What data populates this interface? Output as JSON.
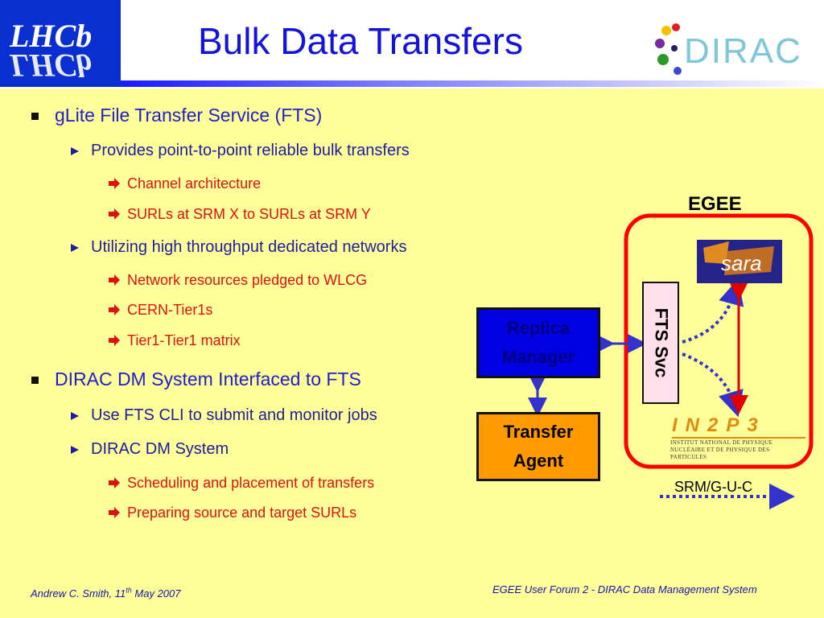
{
  "header": {
    "title": "Bulk Data Transfers",
    "left_logo": {
      "text": "LHCb",
      "icon": "lhcb-logo"
    },
    "right_logo": {
      "text": "DIRAC",
      "icon": "dirac-logo"
    }
  },
  "content": {
    "bullets": [
      {
        "level": 1,
        "text": "gLite File Transfer Service (FTS)"
      },
      {
        "level": 2,
        "text": "Provides point-to-point reliable bulk transfers"
      },
      {
        "level": 3,
        "text": "Channel architecture"
      },
      {
        "level": 3,
        "text": "SURLs at SRM X to SURLs at SRM Y"
      },
      {
        "level": 2,
        "text": "Utilizing high throughput dedicated networks"
      },
      {
        "level": 3,
        "text": "Network resources pledged to WLCG"
      },
      {
        "level": 3,
        "text": "CERN-Tier1s"
      },
      {
        "level": 3,
        "text": "Tier1-Tier1 matrix"
      },
      {
        "level": 1,
        "text": "DIRAC DM System Interfaced to FTS"
      },
      {
        "level": 2,
        "text": "Use FTS CLI to submit and monitor jobs"
      },
      {
        "level": 2,
        "text": "DIRAC DM System"
      },
      {
        "level": 3,
        "text": "Scheduling and placement of transfers"
      },
      {
        "level": 3,
        "text": "Preparing source and target SURLs"
      }
    ]
  },
  "diagram": {
    "egee_label": "EGEE",
    "replica_manager": "Replica Manager",
    "transfer_agent": "Transfer Agent",
    "fts_service": "FTS Svc",
    "site_top_logo": "sara",
    "site_bottom_logo": "IN2P3",
    "site_bottom_subtitle": "Institut National de Physique Nucléaire et de Physique des Particules",
    "legend_label": "SRM/G-U-C",
    "colors": {
      "egee_border": "#ff0000",
      "link_blue": "#3333cc",
      "link_red": "#e00000",
      "replica_fill": "#0000e0",
      "transfer_fill": "#ff9900"
    }
  },
  "footer": {
    "left": "Andrew C. Smith,  11th May 2007",
    "right": "EGEE User Forum 2  - DIRAC Data Management System"
  }
}
